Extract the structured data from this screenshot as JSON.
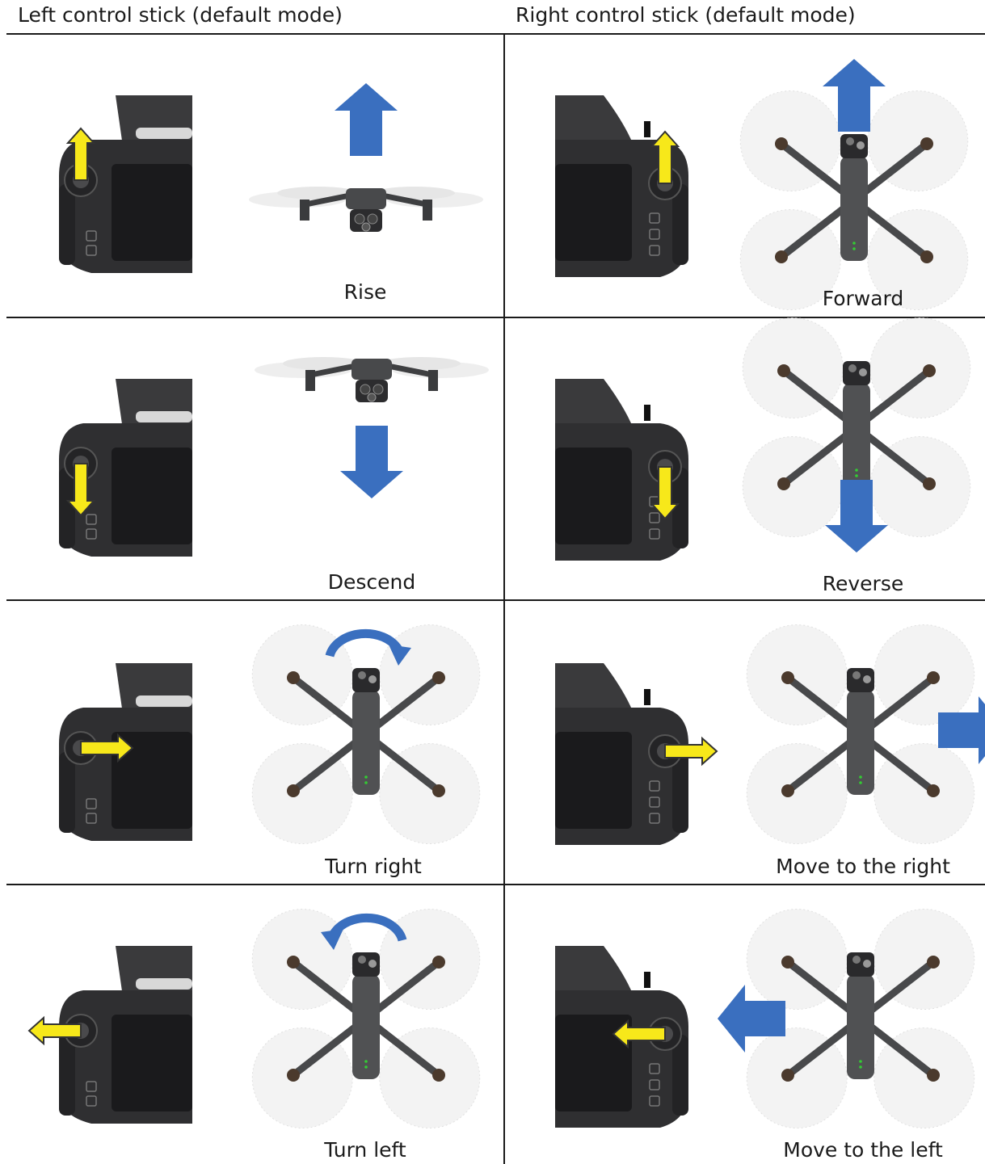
{
  "headers": {
    "left": "Left control stick (default mode)",
    "right": "Right control stick (default mode)"
  },
  "colors": {
    "stick_arrow": "#f7e81a",
    "motion_arrow": "#3a6fbf",
    "controller": "#2f2f31"
  },
  "cells": [
    {
      "caption": "Rise",
      "stick": "left",
      "stick_direction": "up",
      "motion": "up",
      "drone_view": "front"
    },
    {
      "caption": "Forward",
      "stick": "right",
      "stick_direction": "up",
      "motion": "up",
      "drone_view": "top"
    },
    {
      "caption": "Descend",
      "stick": "left",
      "stick_direction": "down",
      "motion": "down",
      "drone_view": "front"
    },
    {
      "caption": "Reverse",
      "stick": "right",
      "stick_direction": "down",
      "motion": "down",
      "drone_view": "top"
    },
    {
      "caption": "Turn right",
      "stick": "left",
      "stick_direction": "right",
      "motion": "rotate-clockwise",
      "drone_view": "top"
    },
    {
      "caption": "Move to the right",
      "stick": "right",
      "stick_direction": "right",
      "motion": "right",
      "drone_view": "top"
    },
    {
      "caption": "Turn left",
      "stick": "left",
      "stick_direction": "left",
      "motion": "rotate-counterclockwise",
      "drone_view": "top"
    },
    {
      "caption": "Move to the left",
      "stick": "right",
      "stick_direction": "left",
      "motion": "left",
      "drone_view": "top"
    }
  ]
}
